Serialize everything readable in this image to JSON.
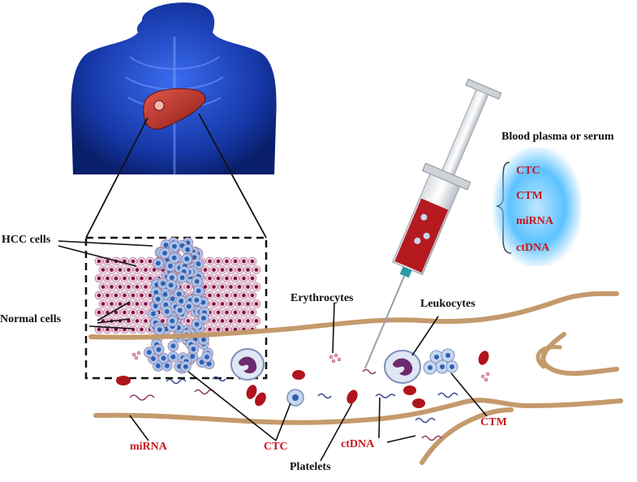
{
  "labels": {
    "hcc_cells": "HCC cells",
    "normal_cells": "Normal cells",
    "erythrocytes": "Erythrocytes",
    "leukocytes": "Leukocytes",
    "blood_title": "Blood plasma or serum",
    "mirna": "miRNA",
    "ctc": "CTC",
    "ctdna": "ctDNA",
    "platelets": "Platelets",
    "ctm": "CTM"
  },
  "blood_components": [
    "CTC",
    "CTM",
    "miRNA",
    "ctDNA"
  ],
  "colors": {
    "body": "#1b3fb0",
    "liver": "#c0392b",
    "vessel": "#c49a6c",
    "hcc_cell": "#a9c4ec",
    "hcc_nucleus": "#2f5fb0",
    "normal_cell": "#f3c9dc",
    "normal_nucleus": "#7a1240",
    "erythrocyte": "#b0141c",
    "syringe_blood": "#b51a20",
    "label_red": "#c8141c",
    "plasma_glow": "#5cc2ff"
  }
}
